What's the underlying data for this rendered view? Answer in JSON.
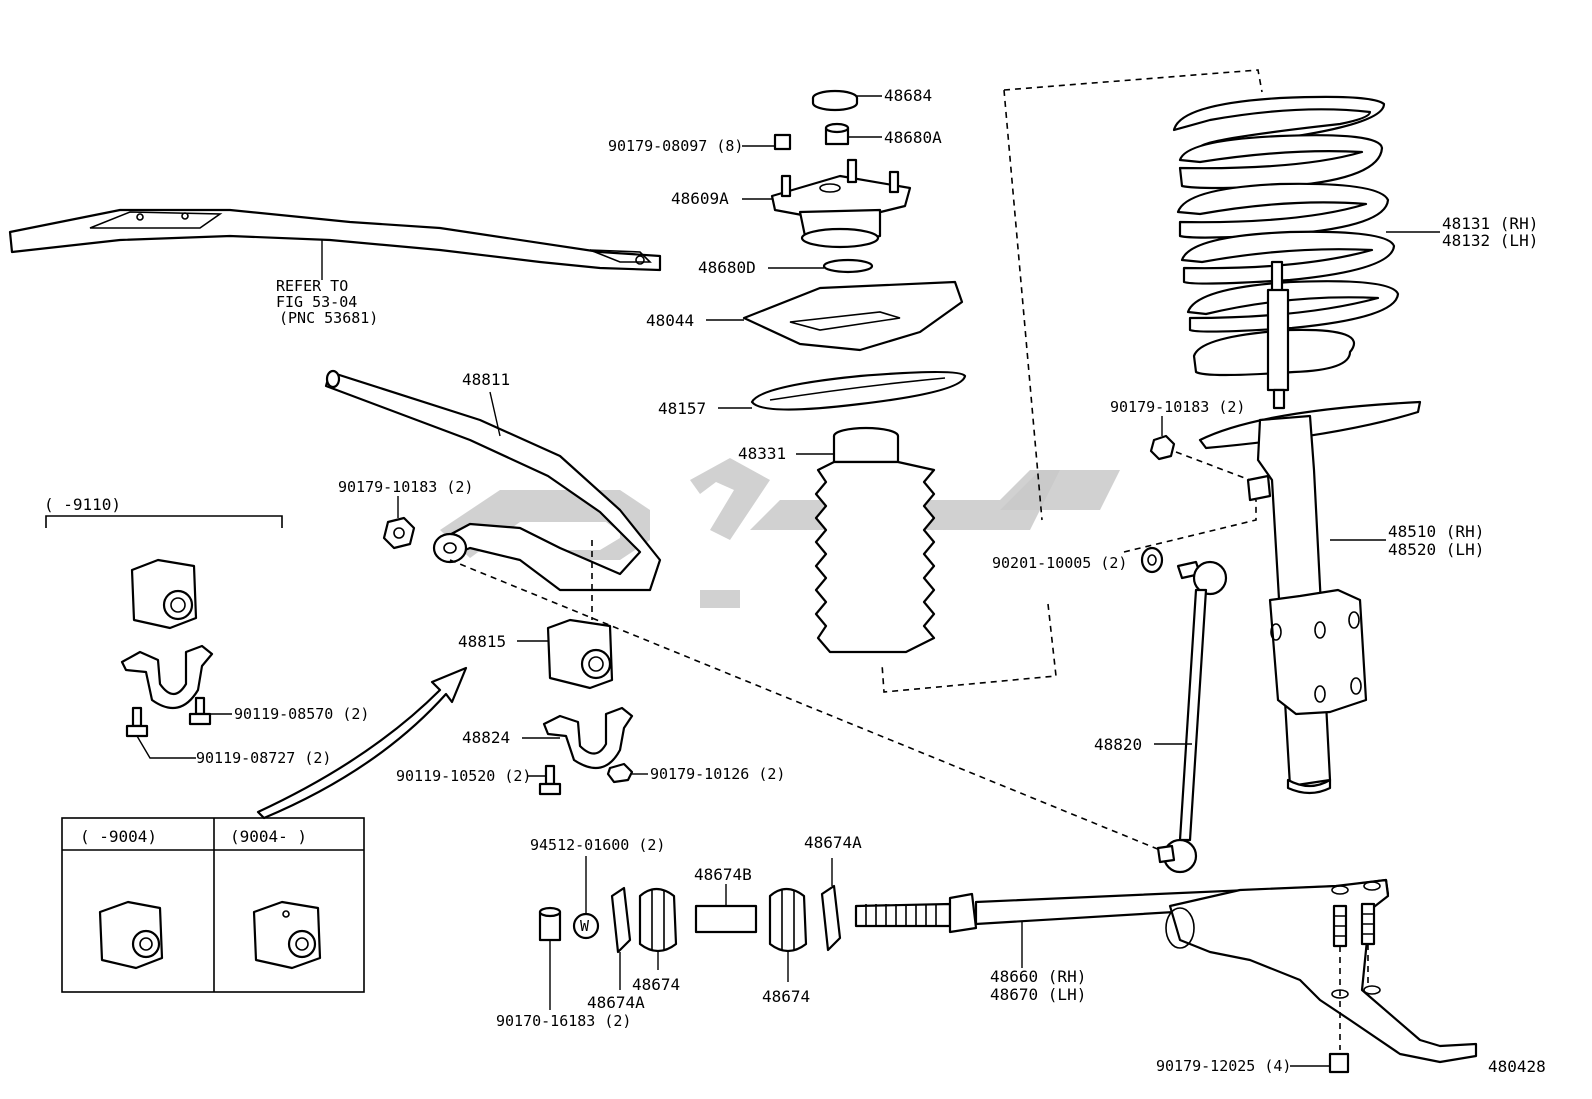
{
  "labels": {
    "p48684": "48684",
    "p48680A": "48680A",
    "p90179_08097": "90179-08097 (8)",
    "p48609A": "48609A",
    "p48680D": "48680D",
    "p48044": "48044",
    "p48157": "48157",
    "p48331": "48331",
    "p48811": "48811",
    "p90179_10183_left": "90179-10183 (2)",
    "p48815": "48815",
    "p48824": "48824",
    "p90119_10520": "90119-10520 (2)",
    "p90179_10126": "90179-10126 (2)",
    "p90119_08570": "90119-08570 (2)",
    "p90119_08727": "90119-08727 (2)",
    "p94512_01600": "94512-01600 (2)",
    "p48674B": "48674B",
    "p48674A_top": "48674A",
    "p48674_mid": "48674",
    "p48674A_bottom": "48674A",
    "p48674_right": "48674",
    "p90170_16183": "90170-16183 (2)",
    "p48660": "48660 (RH)",
    "p48670": "48670 (LH)",
    "p48131": "48131 (RH)",
    "p48132": "48132 (LH)",
    "p90179_10183_right": "90179-10183 (2)",
    "p48510": "48510 (RH)",
    "p48520": "48520 (LH)",
    "p90201_10005": "90201-10005 (2)",
    "p48820": "48820",
    "p90179_12025": "90179-12025 (4)",
    "p480428": "480428"
  },
  "refer_note": {
    "line1": "REFER TO",
    "line2": "FIG 53-04",
    "line3": "(PNC 53681)"
  },
  "bracket_group": {
    "range": "(      -9110)"
  },
  "variant_table": {
    "col1_header": "(      -9004)",
    "col2_header": "(9004-      )"
  },
  "colors": {
    "line": "#000000",
    "background": "#ffffff",
    "watermark": "#c9c9c9"
  }
}
